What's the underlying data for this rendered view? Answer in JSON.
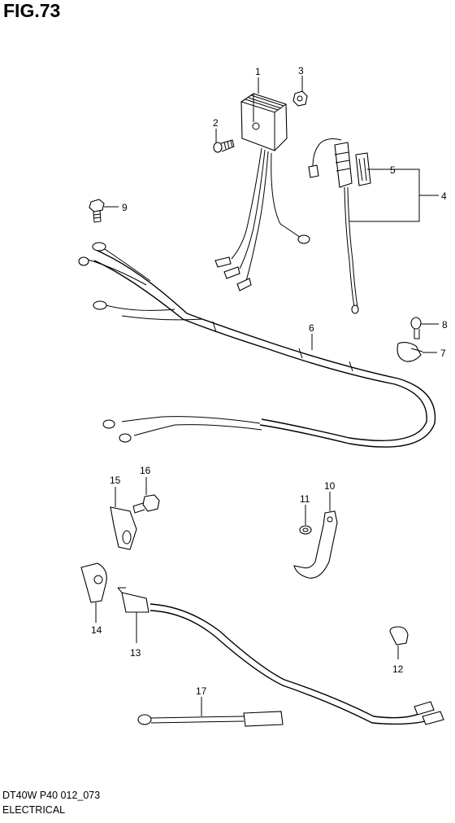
{
  "figure": {
    "title": "FIG.73",
    "footer_code": "DT40W P40 012_073",
    "footer_section": "ELECTRICAL"
  },
  "callouts": [
    "1",
    "2",
    "3",
    "4",
    "5",
    "6",
    "7",
    "8",
    "9",
    "10",
    "11",
    "12",
    "13",
    "14",
    "15",
    "16",
    "17"
  ]
}
